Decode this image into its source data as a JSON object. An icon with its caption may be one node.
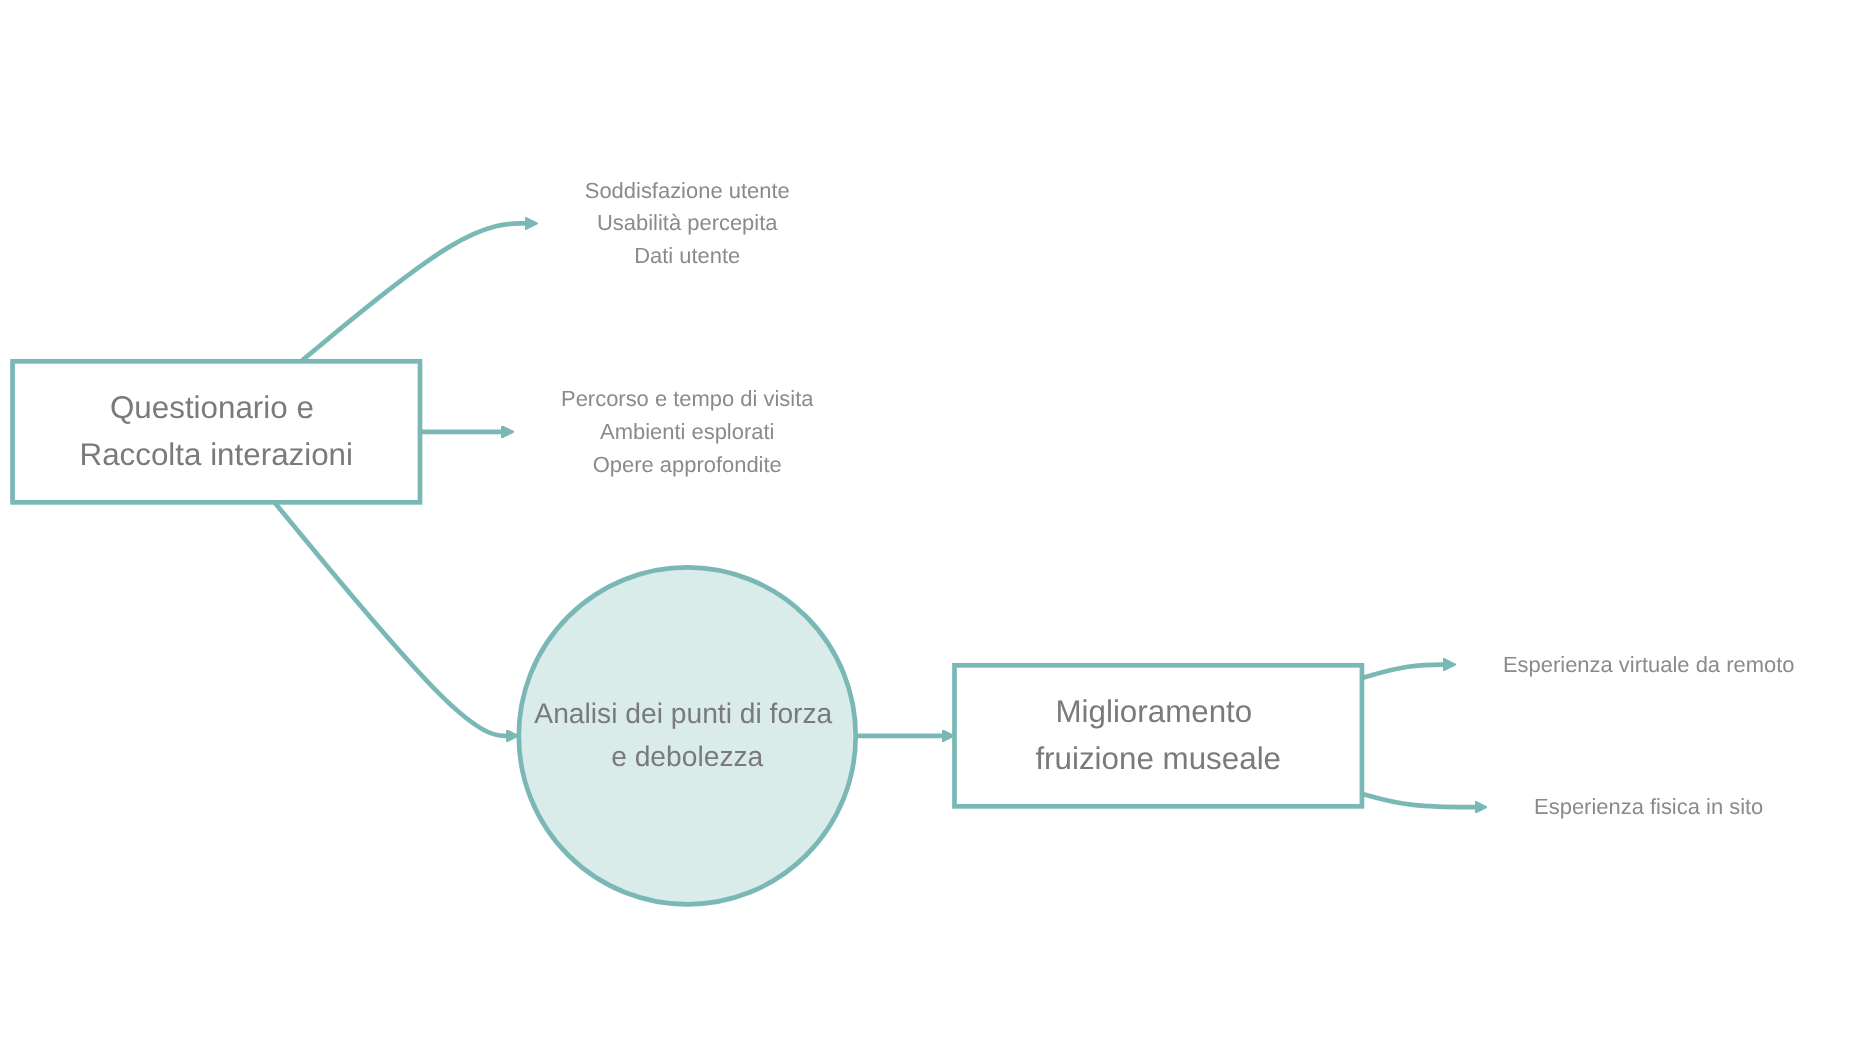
{
  "diagram": {
    "nodes": [
      {
        "text": [
          "Questionario e Raccolta interazioni"
        ]
      },
      {
        "text": [
          "Soddisfazione utente",
          "Usabilità percepita",
          "Dati utente"
        ]
      },
      {
        "text": [
          "Percorso e tempo di visita",
          "Ambienti esplorati",
          "Opere approfondite"
        ]
      },
      {
        "text": [
          "Analisi dei punti di forza e debolezza"
        ]
      },
      {
        "text": [
          "Miglioramento fruizione museale"
        ]
      },
      {
        "text": [
          "Esperienza virtuale da remoto"
        ]
      },
      {
        "text": [
          "Esperienza fisica in sito"
        ]
      }
    ],
    "edges": [
      {
        "from": 0,
        "to": 1,
        "arrow": "to"
      },
      {
        "from": 0,
        "to": 2,
        "arrow": "to"
      },
      {
        "from": 0,
        "to": 3,
        "arrow": "to"
      },
      {
        "from": 3,
        "to": 4,
        "arrow": "to"
      },
      {
        "from": 4,
        "to": 5,
        "arrow": "to"
      },
      {
        "from": 4,
        "to": 6,
        "arrow": "to"
      }
    ]
  }
}
